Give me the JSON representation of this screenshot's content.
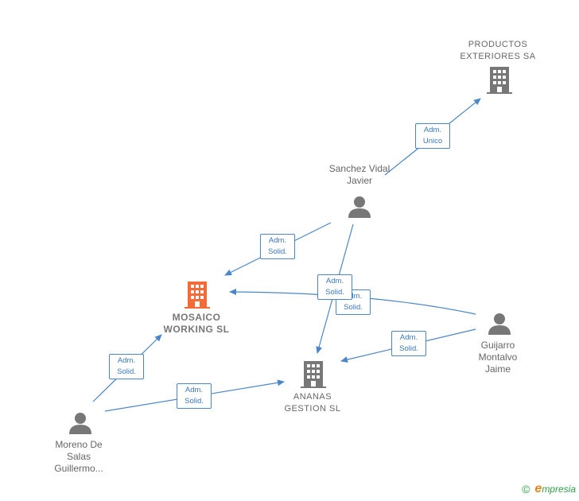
{
  "nodes": {
    "productos": {
      "label": "PRODUCTOS EXTERIORES SA",
      "color": "#777777"
    },
    "mosaico": {
      "label": "MOSAICO WORKING SL",
      "color": "#f26b38"
    },
    "ananas": {
      "label": "ANANAS GESTION SL",
      "color": "#777777"
    },
    "sanchez": {
      "label": "Sanchez Vidal Javier"
    },
    "guijarro": {
      "label": "Guijarro Montalvo Jaime"
    },
    "moreno": {
      "label": "Moreno De Salas Guillermo..."
    }
  },
  "edges": {
    "sanchez_productos": {
      "line1": "Adm.",
      "line2": "Unico"
    },
    "sanchez_mosaico": {
      "line1": "Adm.",
      "line2": "Solid."
    },
    "sanchez_ananas": {
      "line1": "Adm.",
      "line2": "Solid."
    },
    "guijarro_mosaico": {
      "line1": "Adm.",
      "line2": "Solid."
    },
    "guijarro_ananas": {
      "line1": "Adm.",
      "line2": "Solid."
    },
    "moreno_mosaico": {
      "line1": "Adm.",
      "line2": "Solid."
    },
    "moreno_ananas": {
      "line1": "Adm.",
      "line2": "Solid."
    }
  },
  "footer": {
    "copyright": "©",
    "brand_first": "e",
    "brand_rest": "mpresia"
  },
  "colors": {
    "edge": "#4a86c8",
    "person": "#777777",
    "main_company": "#f26b38"
  }
}
